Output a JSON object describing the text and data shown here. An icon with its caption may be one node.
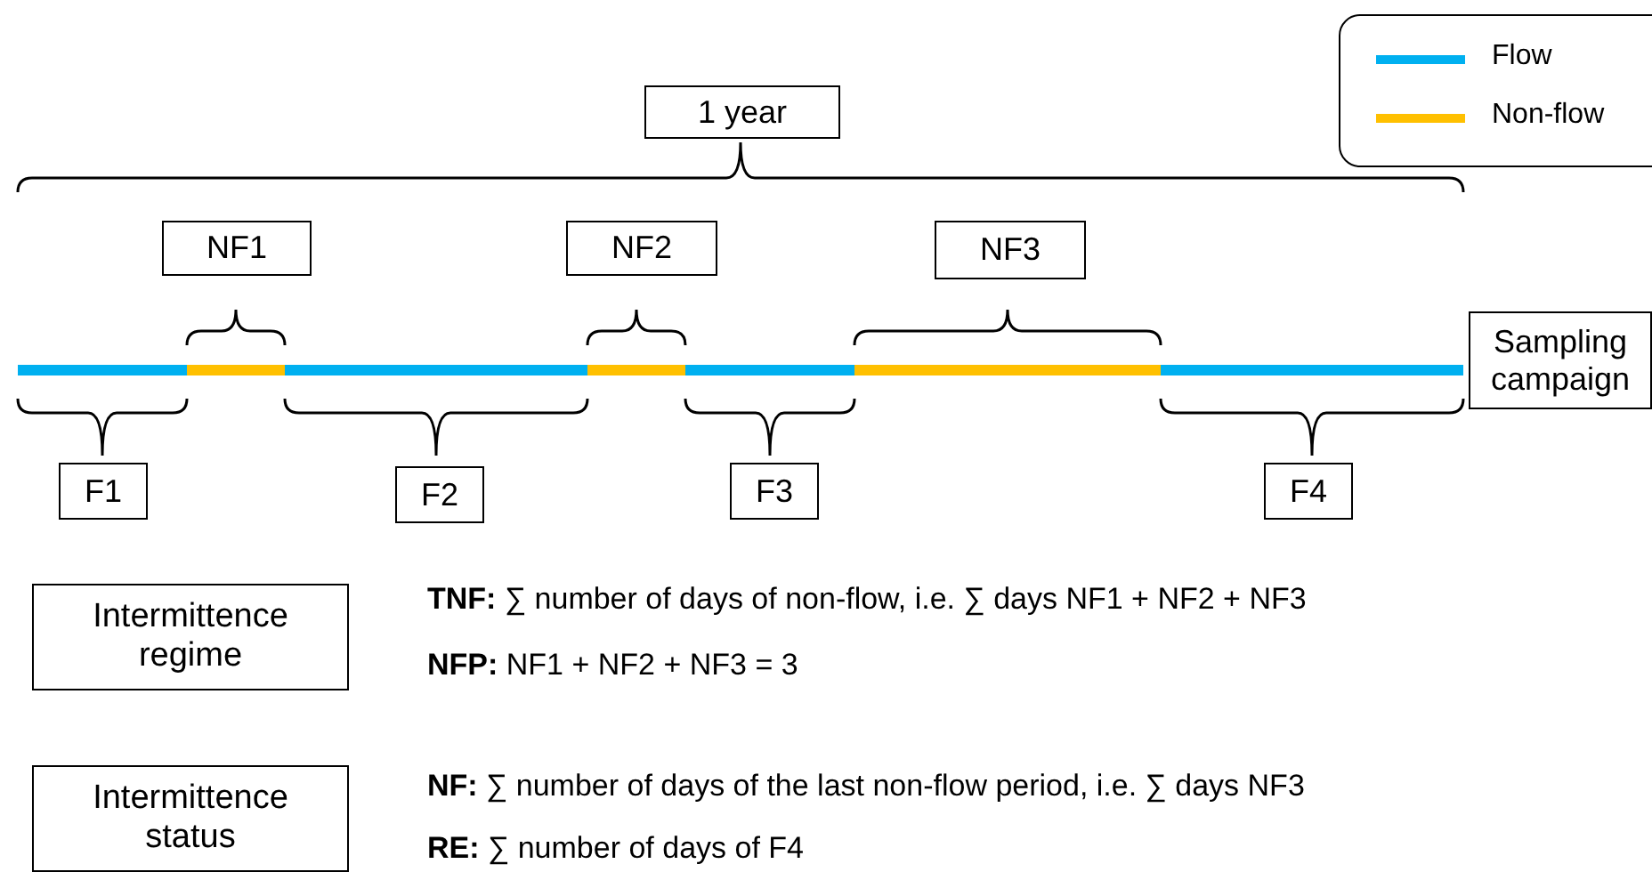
{
  "diagram": {
    "nodes": [
      {
        "text": [
          "1 year"
        ]
      },
      {
        "text": [
          "NF1"
        ]
      },
      {
        "text": [
          "NF2"
        ]
      },
      {
        "text": [
          "NF3"
        ]
      },
      {
        "text": [
          "Sampling campaign"
        ]
      },
      {
        "text": [
          "F1"
        ]
      },
      {
        "text": [
          "F2"
        ]
      },
      {
        "text": [
          "F3"
        ]
      },
      {
        "text": [
          "F4"
        ]
      },
      {
        "text": [
          "Intermittence regime"
        ]
      },
      {
        "text": [
          "Intermittence status"
        ]
      }
    ],
    "edges": [],
    "labels": [
      "**TNF:** ∑ number of days of non-flow, i.e. ∑ days NF1 + NF2 + NF3",
      "**NFP:** NF1 + NF2 + NF3 = 3",
      "**NF:** ∑ number of days of the last non-flow period, i.e. ∑ days NF3",
      "**RE:** ∑ number of days of F4"
    ],
    "legend": [
      {
        "text": "Flow",
        "color": "#00b0f0"
      },
      {
        "text": "Non-flow",
        "color": "#ffc000"
      }
    ]
  }
}
